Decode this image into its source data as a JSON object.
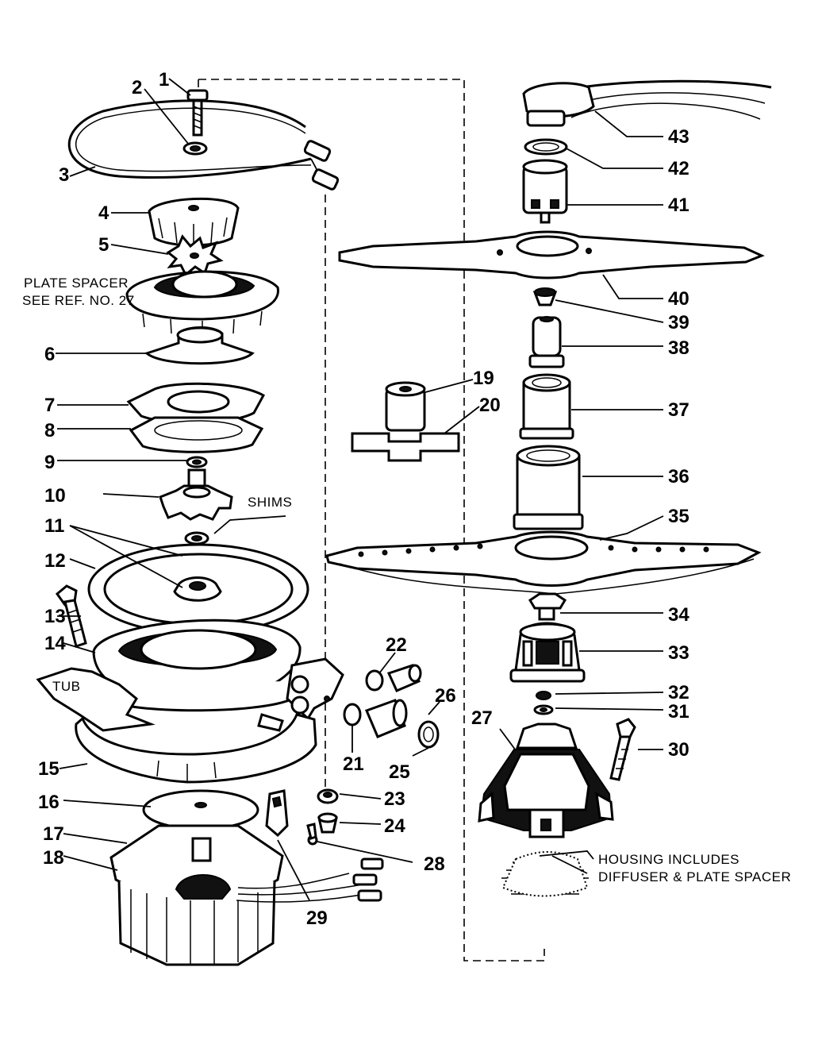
{
  "callouts": [
    "1",
    "2",
    "3",
    "4",
    "5",
    "6",
    "7",
    "8",
    "9",
    "10",
    "11",
    "12",
    "13",
    "14",
    "15",
    "16",
    "17",
    "18",
    "19",
    "20",
    "21",
    "22",
    "23",
    "24",
    "25",
    "26",
    "27",
    "28",
    "29",
    "30",
    "31",
    "32",
    "33",
    "34",
    "35",
    "36",
    "37",
    "38",
    "39",
    "40",
    "41",
    "42",
    "43"
  ],
  "notes": {
    "plate_spacer_line1": "PLATE SPACER",
    "plate_spacer_line2": "SEE REF. NO. 27",
    "shims": "SHIMS",
    "tub": "TUB",
    "housing_line1": "HOUSING INCLUDES",
    "housing_line2": "DIFFUSER & PLATE SPACER"
  }
}
